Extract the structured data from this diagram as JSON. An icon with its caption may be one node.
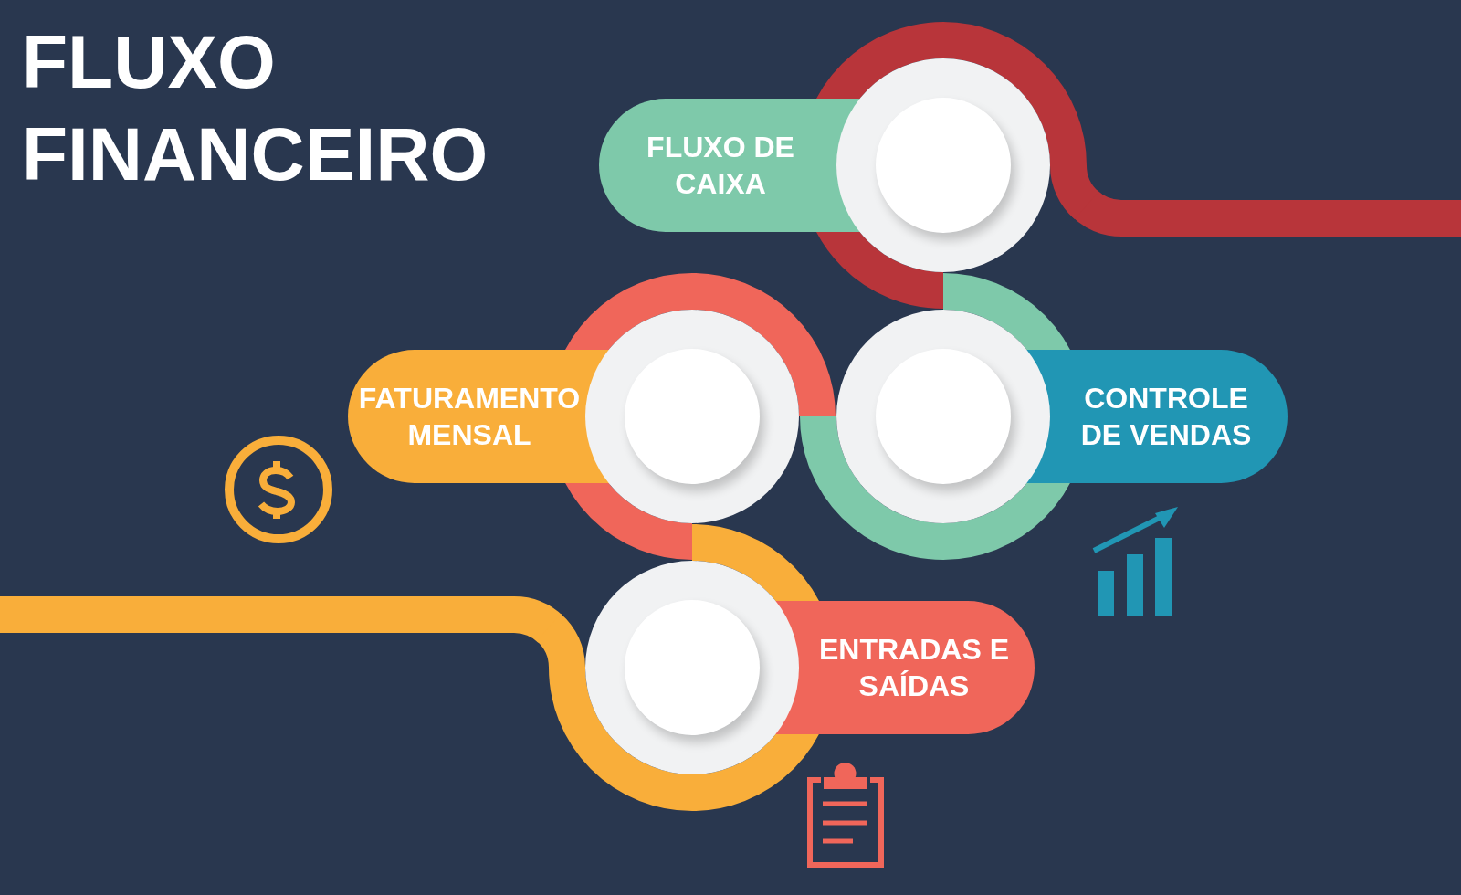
{
  "diagram": {
    "title": "FLUXO FINANCEIRO",
    "nodes": [
      {
        "text": [
          "FLUXO DE CAIXA"
        ]
      },
      {
        "text": [
          "FATURAMENTO MENSAL"
        ]
      },
      {
        "text": [
          "CONTROLE DE VENDAS"
        ]
      },
      {
        "text": [
          "ENTRADAS E SAÍDAS"
        ]
      }
    ],
    "edges": [
      {
        "from": null,
        "to": 0,
        "arrow": "none",
        "color": "#b8353a"
      },
      {
        "from": 3,
        "to": null,
        "arrow": "none",
        "color": "#f9ae3a"
      }
    ]
  }
}
